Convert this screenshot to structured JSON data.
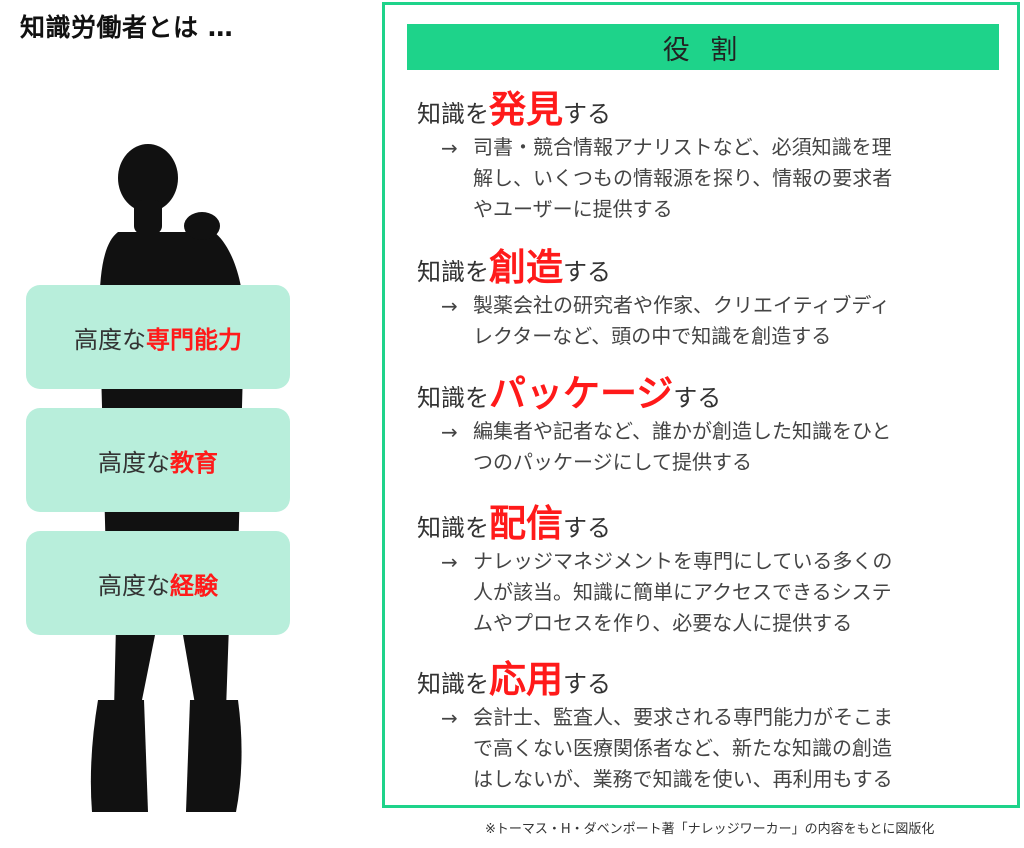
{
  "title": "知識労働者とは …",
  "attributes": [
    {
      "prefix": "高度な",
      "highlight": "専門能力"
    },
    {
      "prefix": "高度な",
      "highlight": "教育"
    },
    {
      "prefix": "高度な",
      "highlight": "経験"
    }
  ],
  "roles_header": "役 割",
  "roles": [
    {
      "prefix": "知識を",
      "keyword": "発見",
      "suffix": "する",
      "arrow": "→",
      "description": "司書・競合情報アナリストなど、必須知識を理\n解し、いくつもの情報源を探り、情報の要求者\nやユーザーに提供する"
    },
    {
      "prefix": "知識を",
      "keyword": "創造",
      "suffix": "する",
      "arrow": "→",
      "description": "製薬会社の研究者や作家、クリエイティブディ\nレクターなど、頭の中で知識を創造する"
    },
    {
      "prefix": "知識を",
      "keyword": "パッケージ",
      "suffix": "する",
      "arrow": "→",
      "description": "編集者や記者など、誰かが創造した知識をひと\nつのパッケージにして提供する"
    },
    {
      "prefix": "知識を",
      "keyword": "配信",
      "suffix": "する",
      "arrow": "→",
      "description": "ナレッジマネジメントを専門にしている多くの\n人が該当。知識に簡単にアクセスできるシステ\nムやプロセスを作り、必要な人に提供する"
    },
    {
      "prefix": "知識を",
      "keyword": "応用",
      "suffix": "する",
      "arrow": "→",
      "description": "会計士、監査人、要求される専門能力がそこま\nで高くない医療関係者など、新たな知識の創造\nはしないが、業務で知識を使い、再利用もする"
    }
  ],
  "footnote": "※トーマス・H・ダベンポート著「ナレッジワーカー」の内容をもとに図版化",
  "colors": {
    "accent_green": "#1ed38a",
    "card_mint": "#b8eedb",
    "highlight_red": "#ff1a1a",
    "silhouette": "#111111"
  }
}
